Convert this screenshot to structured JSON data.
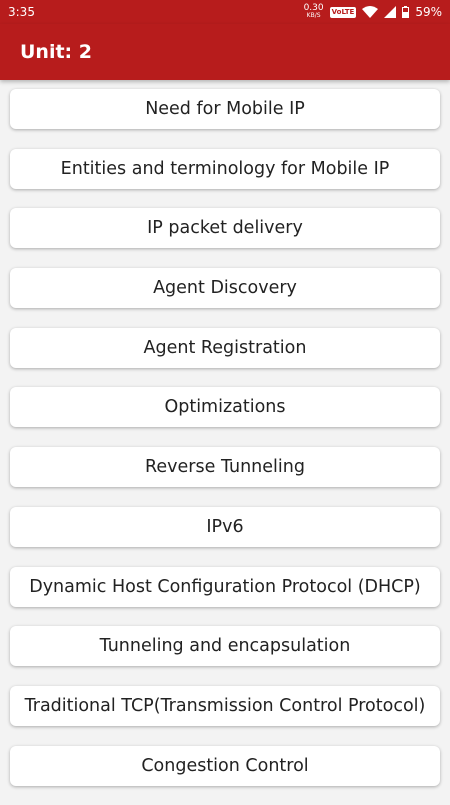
{
  "status_bar": {
    "time": "3:35",
    "net_speed_value": "0.30",
    "net_speed_unit": "KB/S",
    "volte_label": "VoLTE",
    "battery_percent": "59%"
  },
  "app_bar": {
    "title": "Unit: 2"
  },
  "colors": {
    "primary": "#b71c1c",
    "background": "#f3f3f3",
    "card": "#ffffff",
    "text": "#222222"
  },
  "topics": [
    {
      "label": "Need for Mobile IP"
    },
    {
      "label": "Entities and terminology for Mobile IP"
    },
    {
      "label": "IP packet delivery"
    },
    {
      "label": "Agent Discovery"
    },
    {
      "label": "Agent Registration"
    },
    {
      "label": "Optimizations"
    },
    {
      "label": "Reverse Tunneling"
    },
    {
      "label": "IPv6"
    },
    {
      "label": "Dynamic Host Configuration Protocol (DHCP)"
    },
    {
      "label": "Tunneling and encapsulation"
    },
    {
      "label": "Traditional TCP(Transmission Control Protocol)"
    },
    {
      "label": "Congestion Control"
    }
  ]
}
